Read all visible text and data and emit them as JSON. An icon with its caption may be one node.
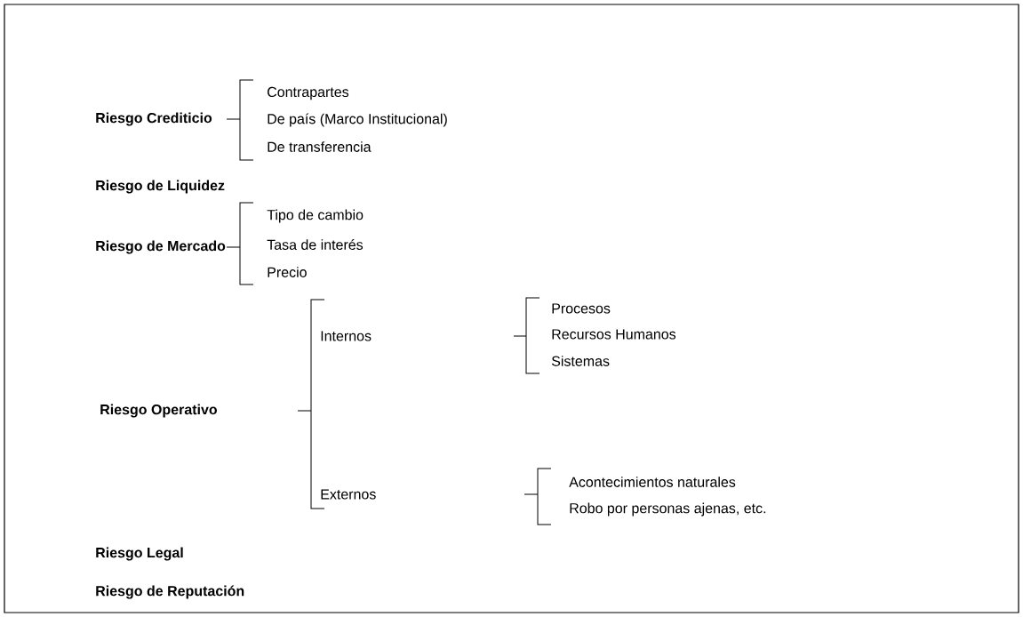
{
  "diagram": {
    "labels": [
      "Riesgo Crediticio",
      "Contrapartes",
      "De país (Marco Institucional)",
      "De transferencia",
      "Riesgo de Liquidez",
      "Riesgo de Mercado",
      "Tipo de cambio",
      "Tasa de interés",
      "Precio",
      "Internos",
      "Procesos",
      "Recursos Humanos",
      "Sistemas",
      "Riesgo Operativo",
      "Externos",
      "Acontecimientos naturales",
      "Robo por personas ajenas, etc.",
      "Riesgo Legal",
      "Riesgo de Reputación"
    ]
  }
}
